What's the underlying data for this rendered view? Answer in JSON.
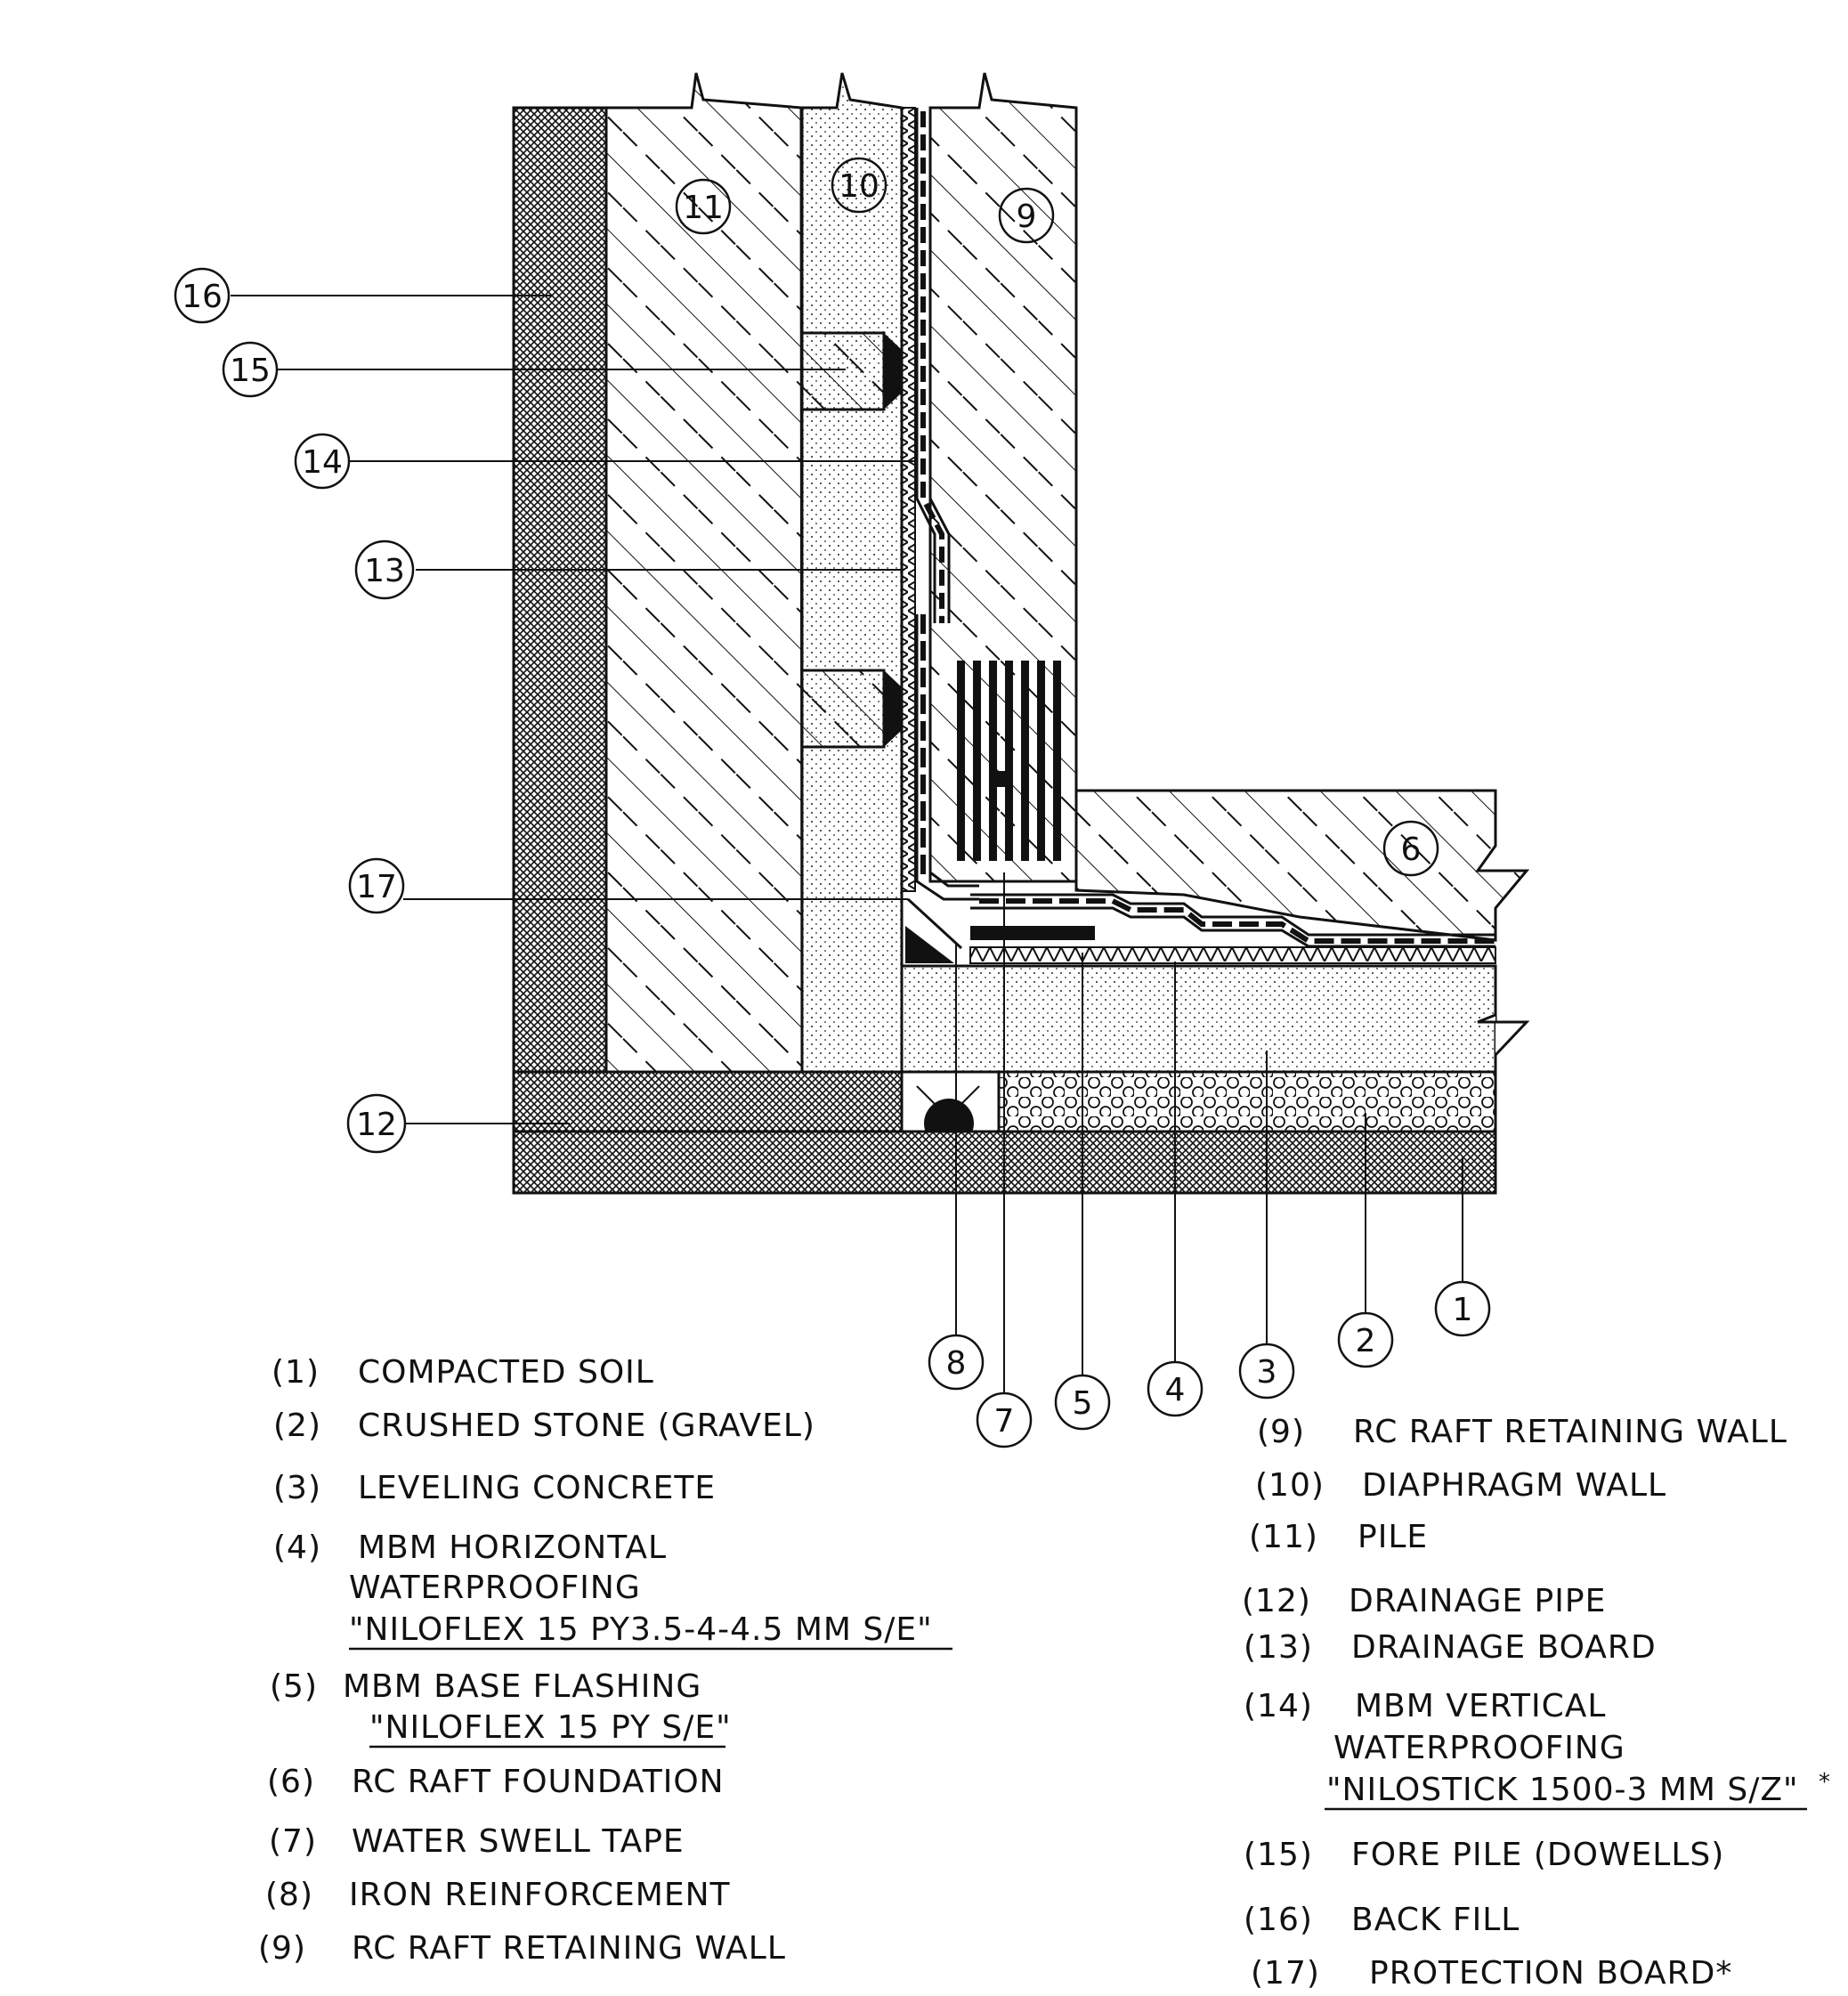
{
  "callouts": [
    {
      "id": "16",
      "text": "16"
    },
    {
      "id": "15",
      "text": "15"
    },
    {
      "id": "14",
      "text": "14"
    },
    {
      "id": "13",
      "text": "13"
    },
    {
      "id": "17",
      "text": "17"
    },
    {
      "id": "12",
      "text": "12"
    },
    {
      "id": "11",
      "text": "11"
    },
    {
      "id": "10",
      "text": "10"
    },
    {
      "id": "9",
      "text": "9"
    },
    {
      "id": "6",
      "text": "6"
    },
    {
      "id": "1",
      "text": "1"
    },
    {
      "id": "2",
      "text": "2"
    },
    {
      "id": "3",
      "text": "3"
    },
    {
      "id": "4",
      "text": "4"
    },
    {
      "id": "5",
      "text": "5"
    },
    {
      "id": "7",
      "text": "7"
    },
    {
      "id": "8",
      "text": "8"
    }
  ],
  "legend_left": [
    {
      "num": "(1)",
      "lines": [
        "COMPACTED SOIL"
      ]
    },
    {
      "num": "(2)",
      "lines": [
        "CRUSHED STONE (GRAVEL)"
      ]
    },
    {
      "num": "(3)",
      "lines": [
        "LEVELING CONCRETE"
      ]
    },
    {
      "num": "(4)",
      "lines": [
        "MBM HORIZONTAL",
        "WATERPROOFING",
        "\"NILOFLEX 15 PY3.5-4-4.5 MM S/E\""
      ]
    },
    {
      "num": "(5)",
      "lines": [
        "MBM BASE FLASHING",
        "\"NILOFLEX 15 PY S/E\""
      ]
    },
    {
      "num": "(6)",
      "lines": [
        "RC RAFT FOUNDATION"
      ]
    },
    {
      "num": "(7)",
      "lines": [
        "WATER SWELL TAPE"
      ]
    },
    {
      "num": "(8)",
      "lines": [
        "IRON REINFORCEMENT"
      ]
    },
    {
      "num": "(9)",
      "lines": [
        "RC RAFT RETAINING WALL"
      ]
    }
  ],
  "legend_right": [
    {
      "num": "(9)",
      "lines": [
        "RC RAFT RETAINING WALL"
      ]
    },
    {
      "num": "(10)",
      "lines": [
        "DIAPHRAGM WALL"
      ]
    },
    {
      "num": "(11)",
      "lines": [
        "PILE"
      ]
    },
    {
      "num": "(12)",
      "lines": [
        "DRAINAGE PIPE"
      ]
    },
    {
      "num": "(13)",
      "lines": [
        "DRAINAGE BOARD"
      ]
    },
    {
      "num": "(14)",
      "lines": [
        "MBM VERTICAL",
        "WATERPROOFING",
        "\"NILOSTICK 1500-3 MM S/Z\""
      ]
    },
    {
      "num": "(15)",
      "lines": [
        "FORE PILE (DOWELLS)"
      ]
    },
    {
      "num": "(16)",
      "lines": [
        "BACK FILL"
      ]
    },
    {
      "num": "(17)",
      "lines": [
        "PROTECTION BOARD*"
      ]
    }
  ],
  "asterisk": "*"
}
